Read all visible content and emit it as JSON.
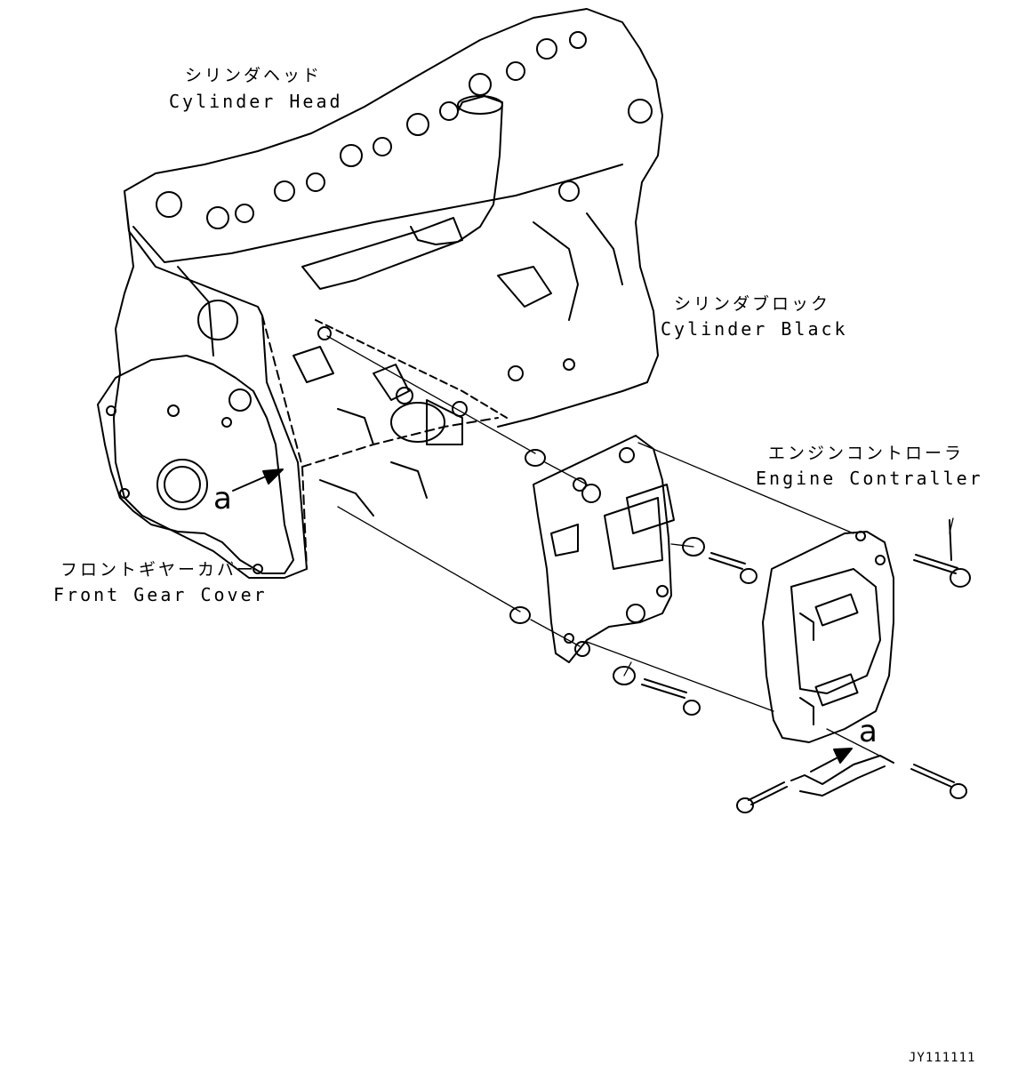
{
  "labels": {
    "cylinder_head_jp": "シリンダヘッド",
    "cylinder_head_en": "Cylinder Head",
    "cylinder_block_jp": "シリンダブロック",
    "cylinder_block_en": "Cylinder Black",
    "engine_controller_jp": "エンジンコントローラ",
    "engine_controller_en": "Engine Contraller",
    "front_gear_cover_jp": "フロントギヤーカバー",
    "front_gear_cover_en": "Front Gear Cover",
    "callout_a_left": "a",
    "callout_a_right": "a",
    "drawing_code": "JY111111"
  },
  "colors": {
    "line": "#000000",
    "background": "#ffffff"
  }
}
